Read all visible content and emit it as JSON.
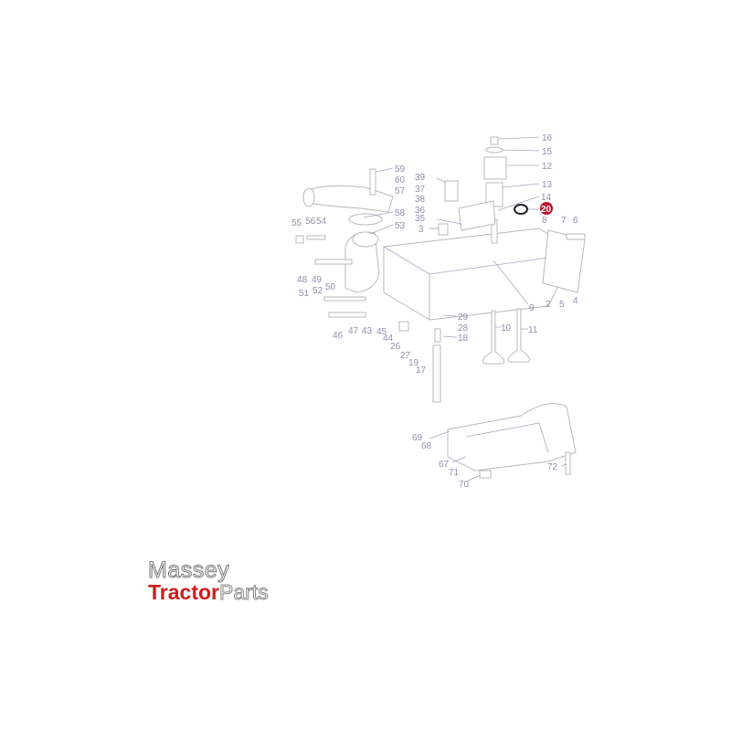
{
  "diagram": {
    "highlighted_part": "20",
    "highlight_color": "#c0102a",
    "labels": [
      "16",
      "15",
      "12",
      "13",
      "14",
      "8",
      "7",
      "6",
      "59",
      "60",
      "57",
      "58",
      "53",
      "39",
      "37",
      "38",
      "36",
      "35",
      "3",
      "55",
      "56",
      "54",
      "48",
      "49",
      "51",
      "52",
      "50",
      "2",
      "5",
      "4",
      "9",
      "29",
      "28",
      "18",
      "10",
      "11",
      "46",
      "47",
      "43",
      "45",
      "44",
      "26",
      "27",
      "19",
      "17",
      "69",
      "68",
      "67",
      "71",
      "70",
      "72"
    ]
  },
  "logo": {
    "line1": "Massey",
    "line2a": "Tractor",
    "line2b": "Parts"
  }
}
